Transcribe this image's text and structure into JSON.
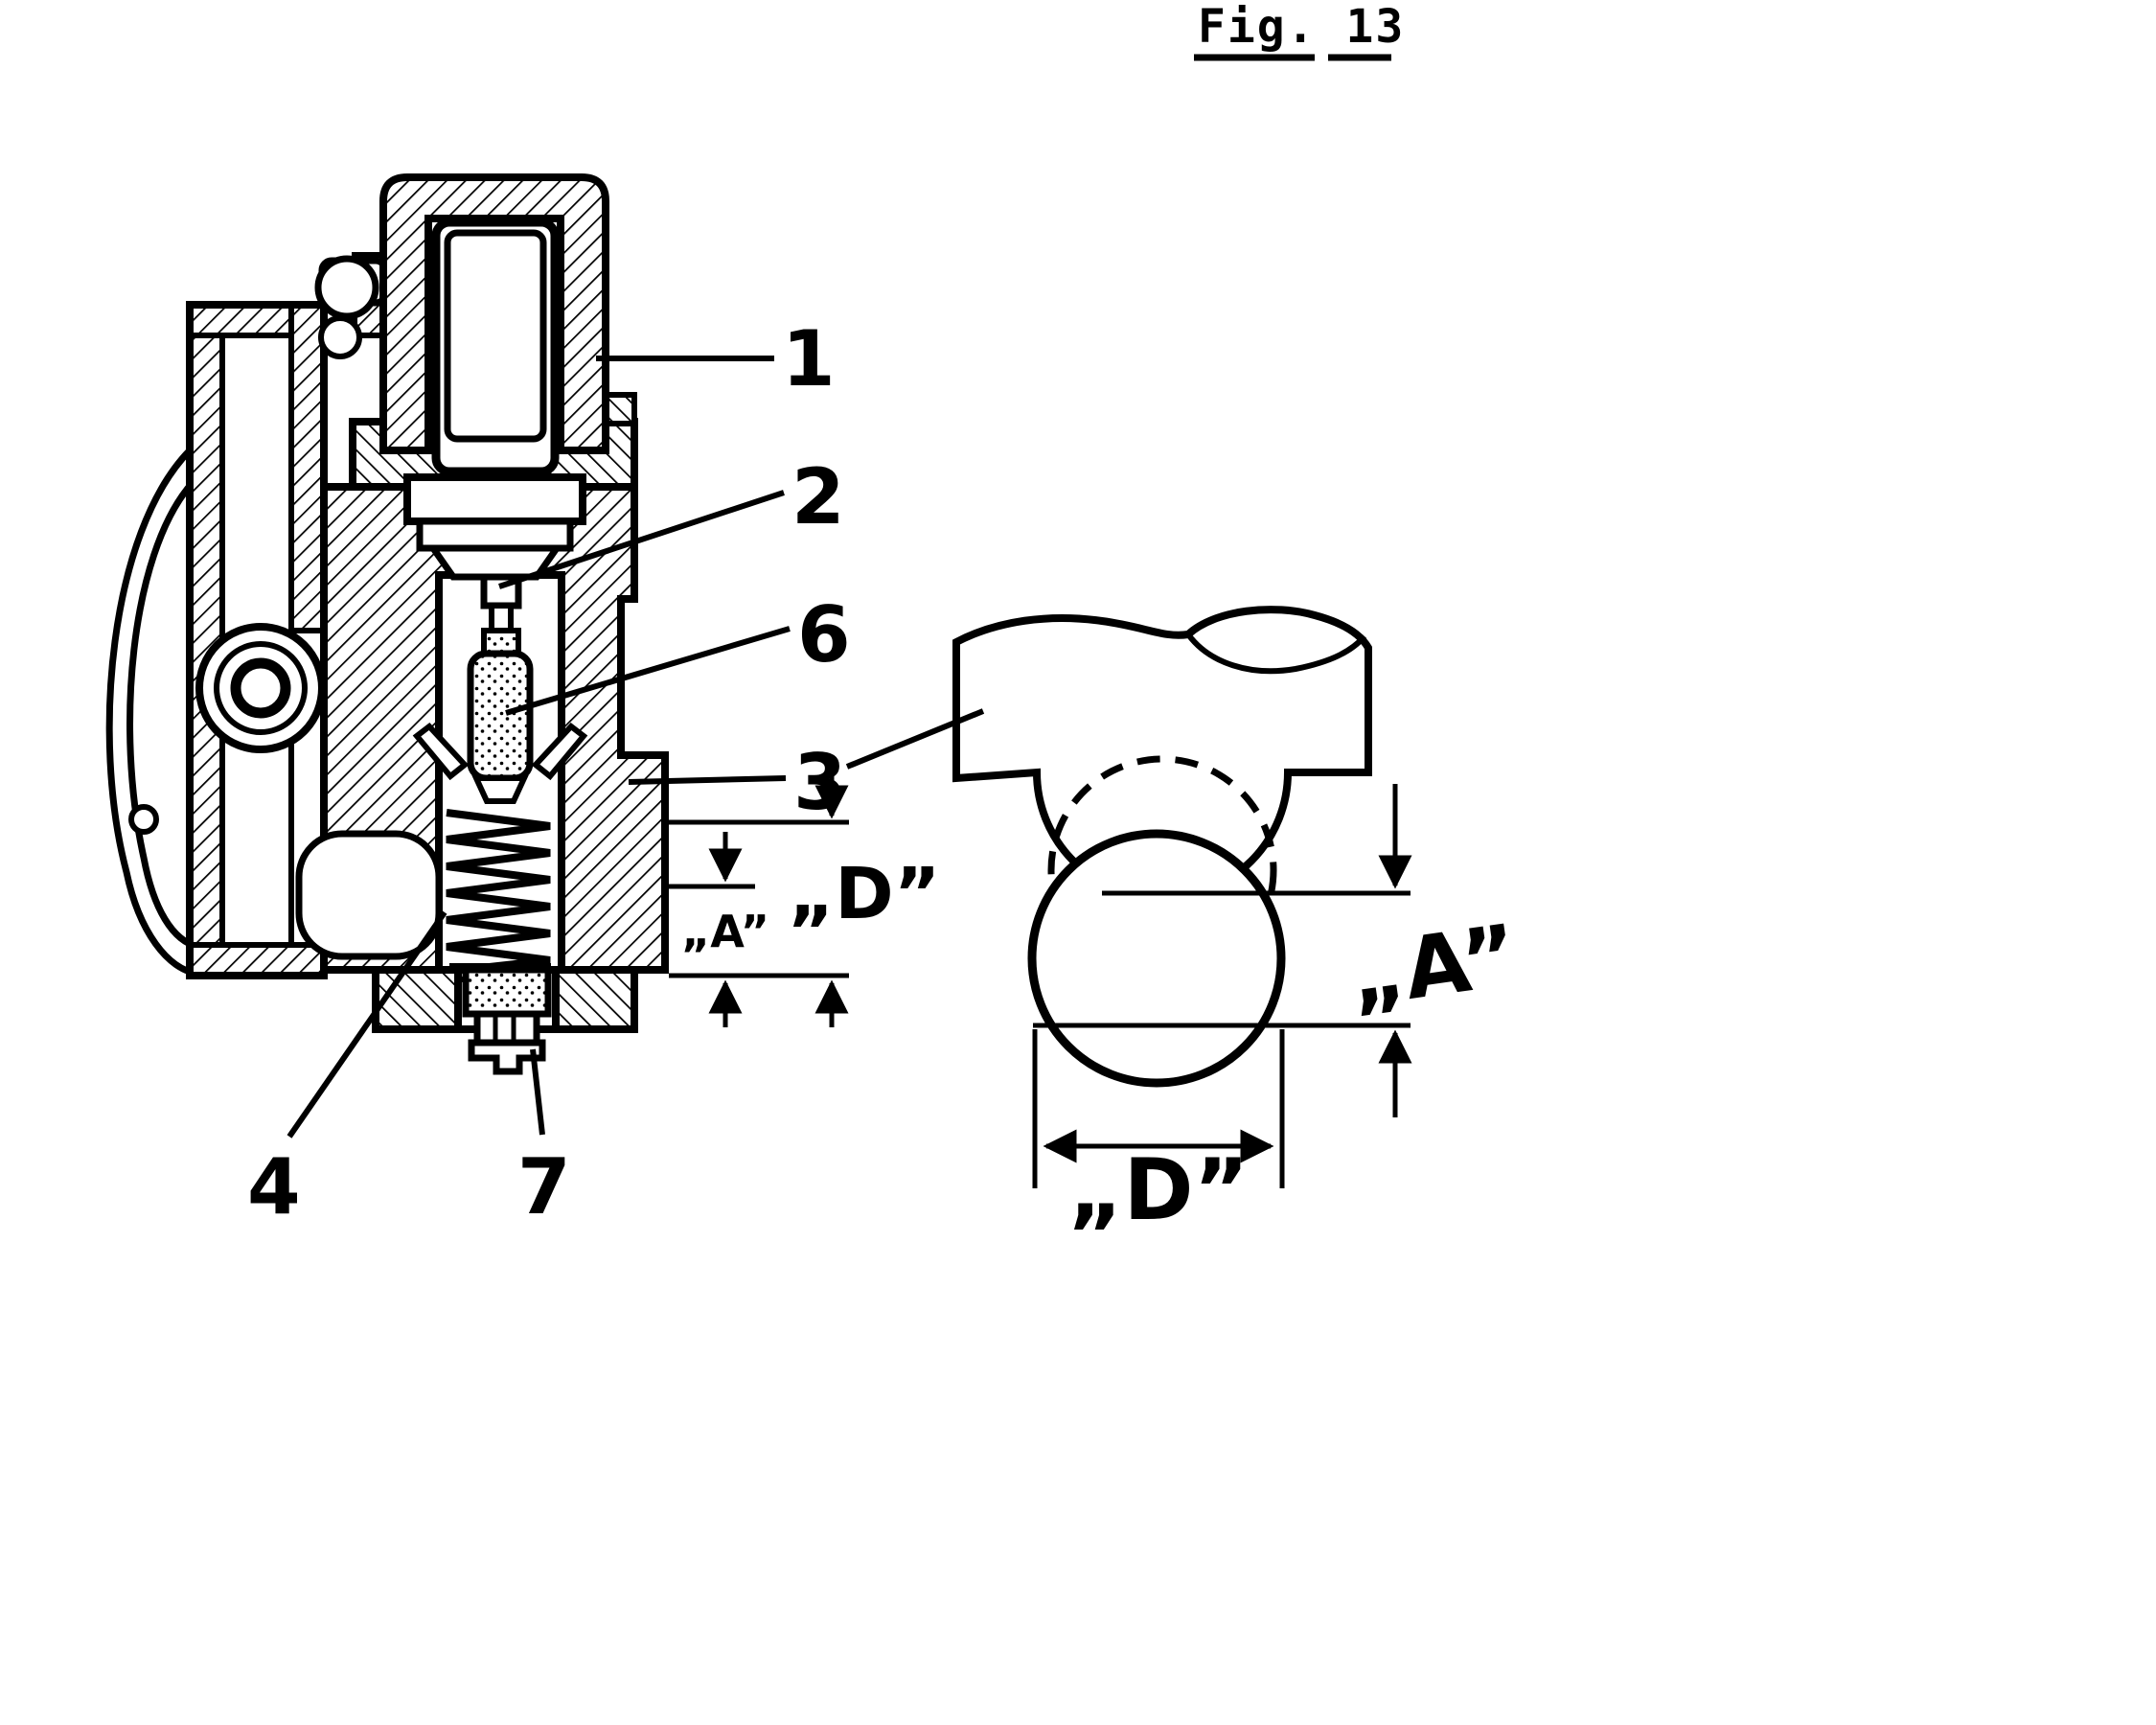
{
  "figure": {
    "title": "Fig. 13"
  },
  "colors": {
    "ink": "#000000",
    "background": "#ffffff"
  },
  "callouts": {
    "c1": "1",
    "c2": "2",
    "c3": "3",
    "c4": "4",
    "c6": "6",
    "c7": "7"
  },
  "dimensions": {
    "a_main": "„A”",
    "d_main": "„D”",
    "a_detail": "„A”",
    "d_detail": "„D”"
  }
}
